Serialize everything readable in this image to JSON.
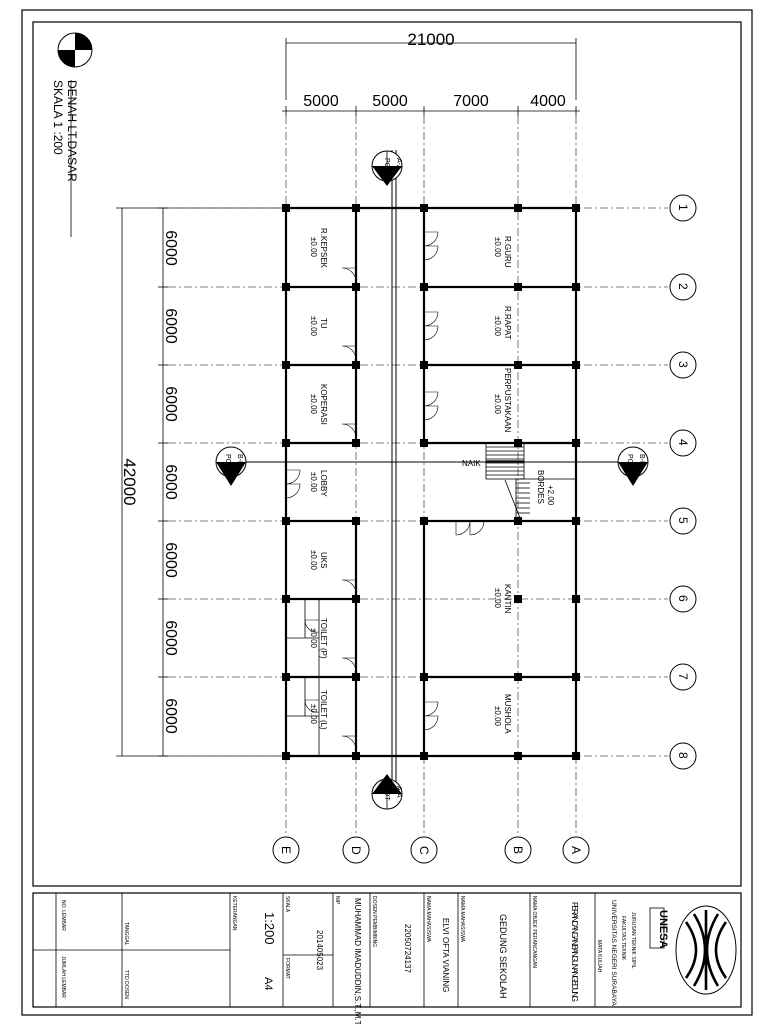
{
  "drawing": {
    "title": "DENAH LT.DASAR",
    "scale": "SKALA 1 :200",
    "overall_width": "21000",
    "overall_length": "42000",
    "column_spans": [
      "5000",
      "5000",
      "7000",
      "4000"
    ],
    "row_spans": [
      "6000",
      "6000",
      "6000",
      "6000",
      "6000",
      "6000",
      "6000"
    ],
    "grid_letters": [
      "E",
      "D",
      "C",
      "B",
      "A"
    ],
    "grid_numbers": [
      "1",
      "2",
      "3",
      "4",
      "5",
      "6",
      "7",
      "8"
    ],
    "section_aa": {
      "letters": "A-A",
      "label": "POT"
    },
    "section_bb": {
      "letters": "B-B",
      "label": "POT"
    },
    "stair": {
      "naik": "NAIK",
      "bordes": "BORDES",
      "bordes_level": "+2.00"
    },
    "rooms": [
      {
        "name": "R.KEPSEK",
        "level": "±0.00"
      },
      {
        "name": "TU",
        "level": "±0.00"
      },
      {
        "name": "KOPERASI",
        "level": "±0.00"
      },
      {
        "name": "LOBBY",
        "level": "±0.00"
      },
      {
        "name": "UKS",
        "level": "±0.00"
      },
      {
        "name": "TOILET (P)",
        "level": "±0.00"
      },
      {
        "name": "TOILET (L)",
        "level": "±0.00"
      },
      {
        "name": "R.GURU",
        "level": "±0.00"
      },
      {
        "name": "R.RAPAT",
        "level": "±0.00"
      },
      {
        "name": "PERPUSTAKAAN",
        "level": "±0.00"
      },
      {
        "name": "KANTIN",
        "level": "±0.00"
      },
      {
        "name": "MUSHOLA",
        "level": "±0.00"
      }
    ]
  },
  "title_block": {
    "logo_text": "UNESA",
    "course_label": "MATA KULIAH",
    "course_value": "PERANCANGAN BANGUNAN GEDUNG",
    "university_lines": [
      "JURUSAN TEKNIK SIPIL",
      "FAKULTAS TEKNIK",
      "UNIVERSITAS NEGERI SURABAYA"
    ],
    "drawing_name_label": "NAMA OBJEK PERANCANGAN",
    "drawing_name_value": "GEDUNG SEKOLAH",
    "student_label": "NAMA MAHASISWA",
    "student_value": "ELVI OFTA VIANING",
    "nim_label": "NAMA MAHASISWA",
    "nim_value": "22050724137",
    "lecturer_label": "DOSEN PEMBIMBING",
    "lecturer_value": "MUHAMMAD IMADUDDIN,S.T.,M.T.",
    "nip_label": "NIP",
    "nip_value": "201405023",
    "scale_label": "SKALA",
    "scale_value": "1:200",
    "format_label": "FORMAT",
    "format_value": "A4",
    "notes_label": "KETERANGAN",
    "date_label": "TANGGAL",
    "sign_label": "TTD DOSEN",
    "no_label": "NO. LEMBAR",
    "total_label": "JUMLAH LEMBAR"
  }
}
